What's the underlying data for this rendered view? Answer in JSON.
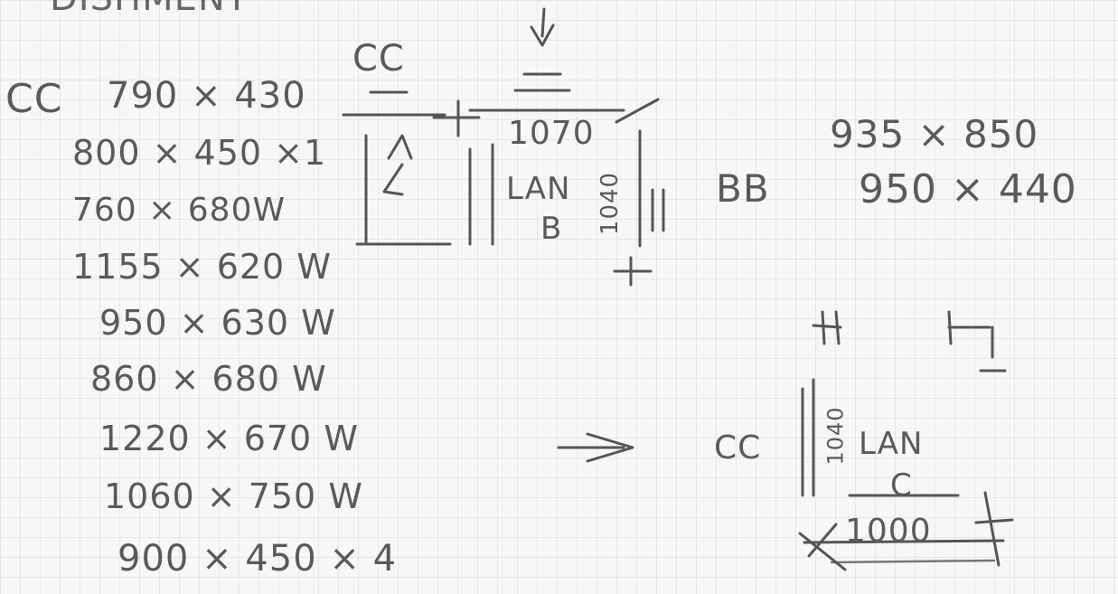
{
  "heading_partial": "DISHMENT",
  "cc_list_prefix": "CC",
  "size_list": [
    "790 × 430",
    "800 × 450 ×1",
    "760 × 680W",
    "1155 × 620 W",
    "950 × 630 W",
    "860 × 680 W",
    "1220 × 670 W",
    "1060 × 750 W",
    "900 × 450 × 4"
  ],
  "diagram_top": {
    "cc_label": "CC",
    "width_label": "1070",
    "lan_label": "LAN",
    "b_label": "B",
    "side_dim": "1040",
    "bb_label": "BB"
  },
  "right_sizes": [
    "935 × 850",
    "950 × 440"
  ],
  "diagram_bottom": {
    "arrow": "⇒",
    "cc_label": "CC",
    "side_dim": "1040",
    "lan_label": "LAN",
    "c_label": "C",
    "width_label": "1000"
  }
}
